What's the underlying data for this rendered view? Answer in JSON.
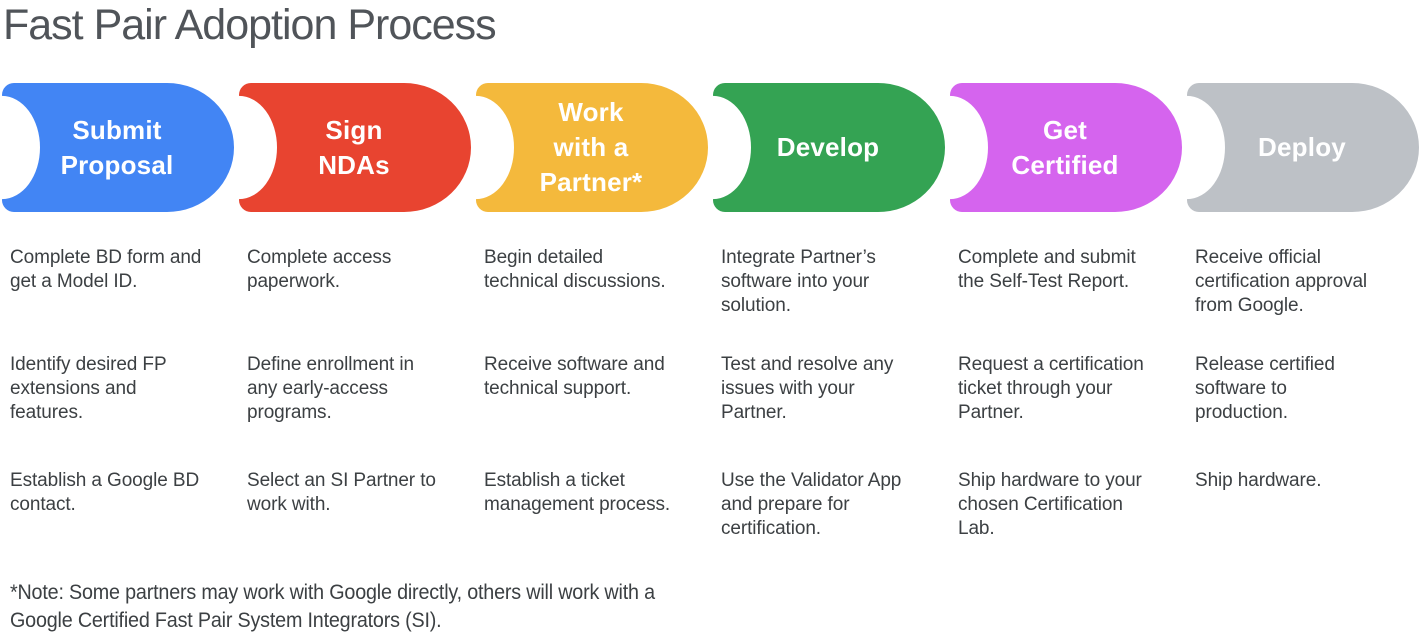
{
  "title": "Fast Pair Adoption Process",
  "note": "*Note: Some partners may work with Google directly, others will work with a\nGoogle Certified Fast Pair System Integrators (SI).",
  "palette": {
    "blue": "#4285F4",
    "red": "#E84430",
    "yellow": "#F4B93C",
    "green": "#34A353",
    "magenta": "#D564EE",
    "gray": "#BDC1C6",
    "title_text": "#505459",
    "body_text": "#3C4043",
    "step_label_text": "#FFFFFF"
  },
  "steps": [
    {
      "label": "Submit\nProposal",
      "color": "#4285F4",
      "items": [
        "Complete BD form and\nget a Model ID.",
        "Identify desired FP\nextensions and\nfeatures.",
        "Establish a Google BD\ncontact."
      ]
    },
    {
      "label": "Sign\nNDAs",
      "color": "#E84430",
      "items": [
        "Complete access\npaperwork.",
        "Define enrollment in\nany early-access\nprograms.",
        "Select an SI Partner to\nwork with."
      ]
    },
    {
      "label": "Work\nwith a\nPartner*",
      "color": "#F4B93C",
      "items": [
        "Begin detailed\ntechnical discussions.",
        "Receive software and\ntechnical support.",
        "Establish a ticket\nmanagement process."
      ]
    },
    {
      "label": "Develop",
      "color": "#34A353",
      "items": [
        "Integrate Partner’s\nsoftware into your\nsolution.",
        "Test and resolve any\nissues with your\nPartner.",
        "Use the Validator App\nand prepare for\ncertification."
      ]
    },
    {
      "label": "Get\nCertified",
      "color": "#D564EE",
      "items": [
        "Complete and submit\nthe Self-Test Report.",
        "Request a certification\nticket through your\nPartner.",
        "Ship hardware to your\nchosen Certification\nLab."
      ]
    },
    {
      "label": "Deploy",
      "color": "#BDC1C6",
      "items": [
        "Receive official\ncertification approval\nfrom Google.",
        "Release certified\nsoftware to\nproduction.",
        "Ship hardware."
      ]
    }
  ]
}
